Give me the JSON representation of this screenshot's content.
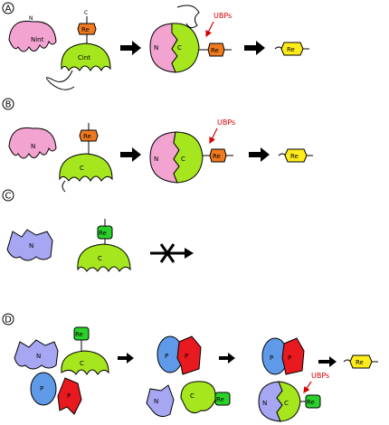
{
  "panels": [
    {
      "id": "A",
      "label": "A"
    },
    {
      "id": "B",
      "label": "B"
    },
    {
      "id": "C",
      "label": "C"
    },
    {
      "id": "D",
      "label": "D"
    }
  ],
  "labels": {
    "n_intein": "Nint",
    "c_intein": "Cint",
    "reporter": "Re",
    "ubps": "UBPs",
    "p_domain": "P",
    "n_term": "N",
    "c_term": "C"
  },
  "colors": {
    "n_intein_pink": "#f2a3d0",
    "n_intein_blue": "#a6a6f2",
    "c_intein_green": "#a6e61f",
    "reporter_orange": "#f07a1e",
    "reporter_green": "#2bd12b",
    "reporter_yellow": "#ffec1a",
    "p_blue": "#5f9ae8",
    "p_red": "#e8191f",
    "ubp_red": "#d40000"
  },
  "icons": [
    "block-arrow-icon",
    "red-arrow-icon",
    "crossed-arrow-icon",
    "linker-icon"
  ]
}
